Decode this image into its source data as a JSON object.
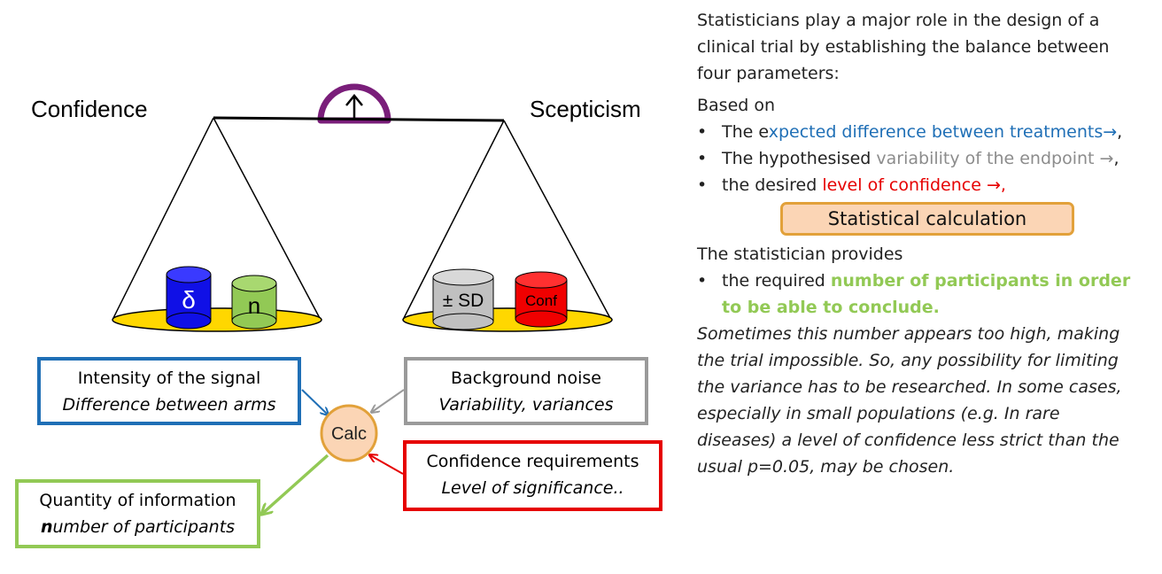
{
  "scale": {
    "left_label": "Confidence",
    "right_label": "Scepticism",
    "weights": {
      "delta": "δ",
      "n": "n",
      "sd": "± SD",
      "conf": "Conf"
    }
  },
  "calc_node": "Calc",
  "boxes": {
    "signal": {
      "line1": "Intensity of  the signal",
      "line2": "Difference between arms"
    },
    "noise": {
      "line1": "Background noise",
      "line2": "Variability, variances"
    },
    "confidence": {
      "line1": "Confidence requirements",
      "line2": "Level of significance.."
    },
    "information": {
      "line1": "Quantity of information",
      "line2_bold": "n",
      "line2_rest": "umber of participants"
    }
  },
  "text": {
    "intro": "Statisticians play a major role in the design of a clinical trial by establishing the balance between four parameters:",
    "based_on": "Based on",
    "bullet_glyph": "•",
    "bullets": [
      {
        "plain": "The e",
        "colored": "xpected difference between treatments→",
        "tail": ","
      },
      {
        "plain": "The hypothesised ",
        "colored": "variability of the endpoint →",
        "tail": ","
      },
      {
        "plain": "the desired ",
        "colored": "level of confidence →,",
        "tail": ""
      }
    ],
    "calc_button": "Statistical calculation",
    "provides": "The statistician provides",
    "provide_bullet": {
      "plain": "the required ",
      "bold": "number of participants in order to be able to conclude."
    },
    "note": "Sometimes this number appears too high, making the trial impossible.  So, any possibility for limiting the variance has to be researched.  In some cases, especially in small populations (e.g. In rare diseases) a level of confidence less strict than the usual p=0.05, may be chosen."
  },
  "colors": {
    "blue": "#1f6fb6",
    "green": "#92c955",
    "grey": "#9a9a9a",
    "red": "#e60000",
    "gold": "#ffd700",
    "purple": "#7a1e7a",
    "calc_fill": "#fbd5b5",
    "calc_border": "#e2a13a"
  }
}
